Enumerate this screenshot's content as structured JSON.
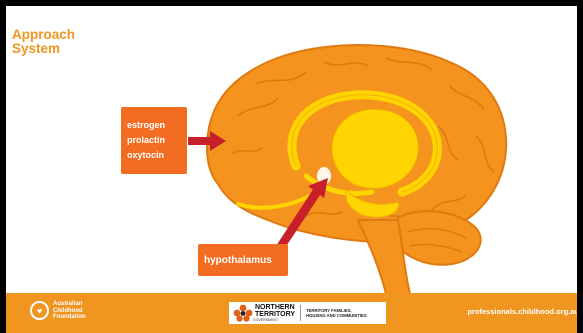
{
  "slide": {
    "title_line1": "Approach",
    "title_line2": "System"
  },
  "labels": {
    "hormones": [
      "estrogen",
      "prolactin",
      "oxytocin"
    ],
    "hypothalamus": "hypothalamus"
  },
  "footer": {
    "acf_lines": [
      "Australian",
      "Childhood",
      "Foundation"
    ],
    "nt_name_lines": [
      "NORTHERN",
      "TERRITORY"
    ],
    "nt_gov": "GOVERNMENT",
    "nt_dept_lines": [
      "TERRITORY FAMILIES,",
      "HOUSING AND COMMUNITIES"
    ],
    "website": "professionals.childhood.org.au"
  },
  "colors": {
    "brand_orange": "#f0951f",
    "label_orange": "#f26d22",
    "brain_fill": "#f5931f",
    "limbic_yellow": "#ffd400",
    "arrow_red": "#c8202a"
  }
}
